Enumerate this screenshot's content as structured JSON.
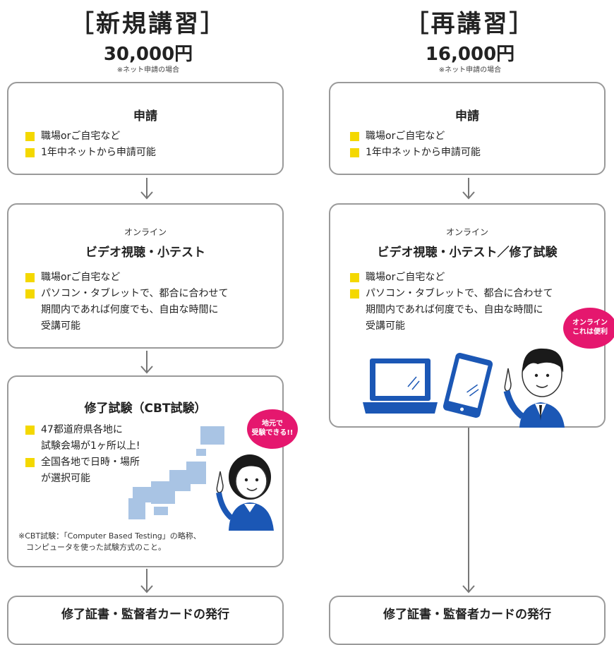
{
  "left": {
    "title": "［新規講習］",
    "price": "30,000円",
    "price_note": "※ネット申請の場合",
    "apply": {
      "heading": "申請",
      "bullets": [
        "職場orご自宅など",
        "1年中ネットから申請可能"
      ]
    },
    "online": {
      "subheading": "オンライン",
      "heading": "ビデオ視聴・小テスト",
      "bullets": [
        "職場orご自宅など",
        "パソコン・タブレットで、都合に合わせて\n期間内であれば何度でも、自由な時間に\n受講可能"
      ]
    },
    "exam": {
      "heading": "修了試験（CBT試験）",
      "bullets": [
        "47都道府県各地に\n試験会場が1ヶ所以上!",
        "全国各地で日時・場所\nが選択可能"
      ],
      "bubble": "地元で\n受験できる!!",
      "footnote": "※CBT試験：「Computer Based Testing」の略称、\n　コンピュータを使った試験方式のこと。"
    },
    "final": {
      "heading": "修了証書・監督者カードの発行"
    }
  },
  "right": {
    "title": "［再講習］",
    "price": "16,000円",
    "price_note": "※ネット申請の場合",
    "apply": {
      "heading": "申請",
      "bullets": [
        "職場orご自宅など",
        "1年中ネットから申請可能"
      ]
    },
    "online": {
      "subheading": "オンライン",
      "heading": "ビデオ視聴・小テスト／修了試験",
      "bullets": [
        "職場orご自宅など",
        "パソコン・タブレットで、都合に合わせて\n期間内であれば何度でも、自由な時間に\n受講可能"
      ],
      "bubble": "オンライン\nこれは便利"
    },
    "final": {
      "heading": "修了証書・監督者カードの発行"
    }
  },
  "colors": {
    "bullet": "#f4d800",
    "bubble": "#e5176e",
    "device": "#1b57b5",
    "map": "#a9c4e4",
    "border": "#9a9a9a"
  },
  "icons": [
    "down-arrow-icon",
    "laptop-icon",
    "tablet-icon",
    "japan-map-icon",
    "man-pointing-icon",
    "woman-pointing-icon"
  ]
}
